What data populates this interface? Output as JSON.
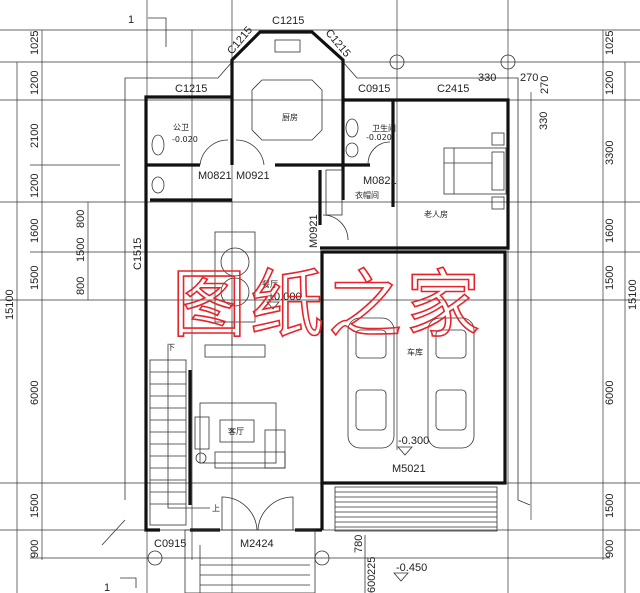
{
  "drawing": {
    "section_mark": "1",
    "watermark": "图纸之家",
    "watermark_color": "#e8242a",
    "rooms": {
      "public_toilet": "公卫",
      "kitchen": "厨房",
      "bathroom": "卫生间",
      "closet": "衣帽间",
      "elder_room": "老人房",
      "dining": "餐厅",
      "living": "客厅",
      "garage": "车库"
    },
    "openings": {
      "kitchen_top": "C1215",
      "kitchen_left_diag": "C1215",
      "kitchen_right_diag": "C1215",
      "toilet_window": "C1215",
      "bath_window": "C0915",
      "bedroom_window": "C2415",
      "toilet_door": "M0821",
      "kitchen_door": "M0921",
      "bath_door": "M0821",
      "dining_door": "M0921",
      "stair_window": "C1515",
      "garage_door": "M5021",
      "entry_door": "M2424",
      "entry_window": "C0915"
    },
    "elevations": {
      "toilet": "-0.020",
      "bath": "-0.020",
      "dining": "±0.000",
      "garage": "-0.300",
      "porch": "-0.450"
    },
    "stair_labels": {
      "down": "下",
      "up": "上"
    },
    "left_dims": [
      "1025",
      "1200",
      "2100",
      "1200",
      "1600",
      "1500",
      "6000",
      "1500",
      "900"
    ],
    "left_inner_dims": [
      "800",
      "1500",
      "800"
    ],
    "left_total": "15100",
    "right_dims": [
      "1025",
      "1200",
      "3300",
      "1600",
      "1500",
      "6000",
      "1500",
      "900"
    ],
    "right_total": "15100",
    "corner_dims": [
      "330",
      "270",
      "270",
      "330"
    ],
    "porch_dims": [
      "780",
      "225",
      "600"
    ]
  }
}
